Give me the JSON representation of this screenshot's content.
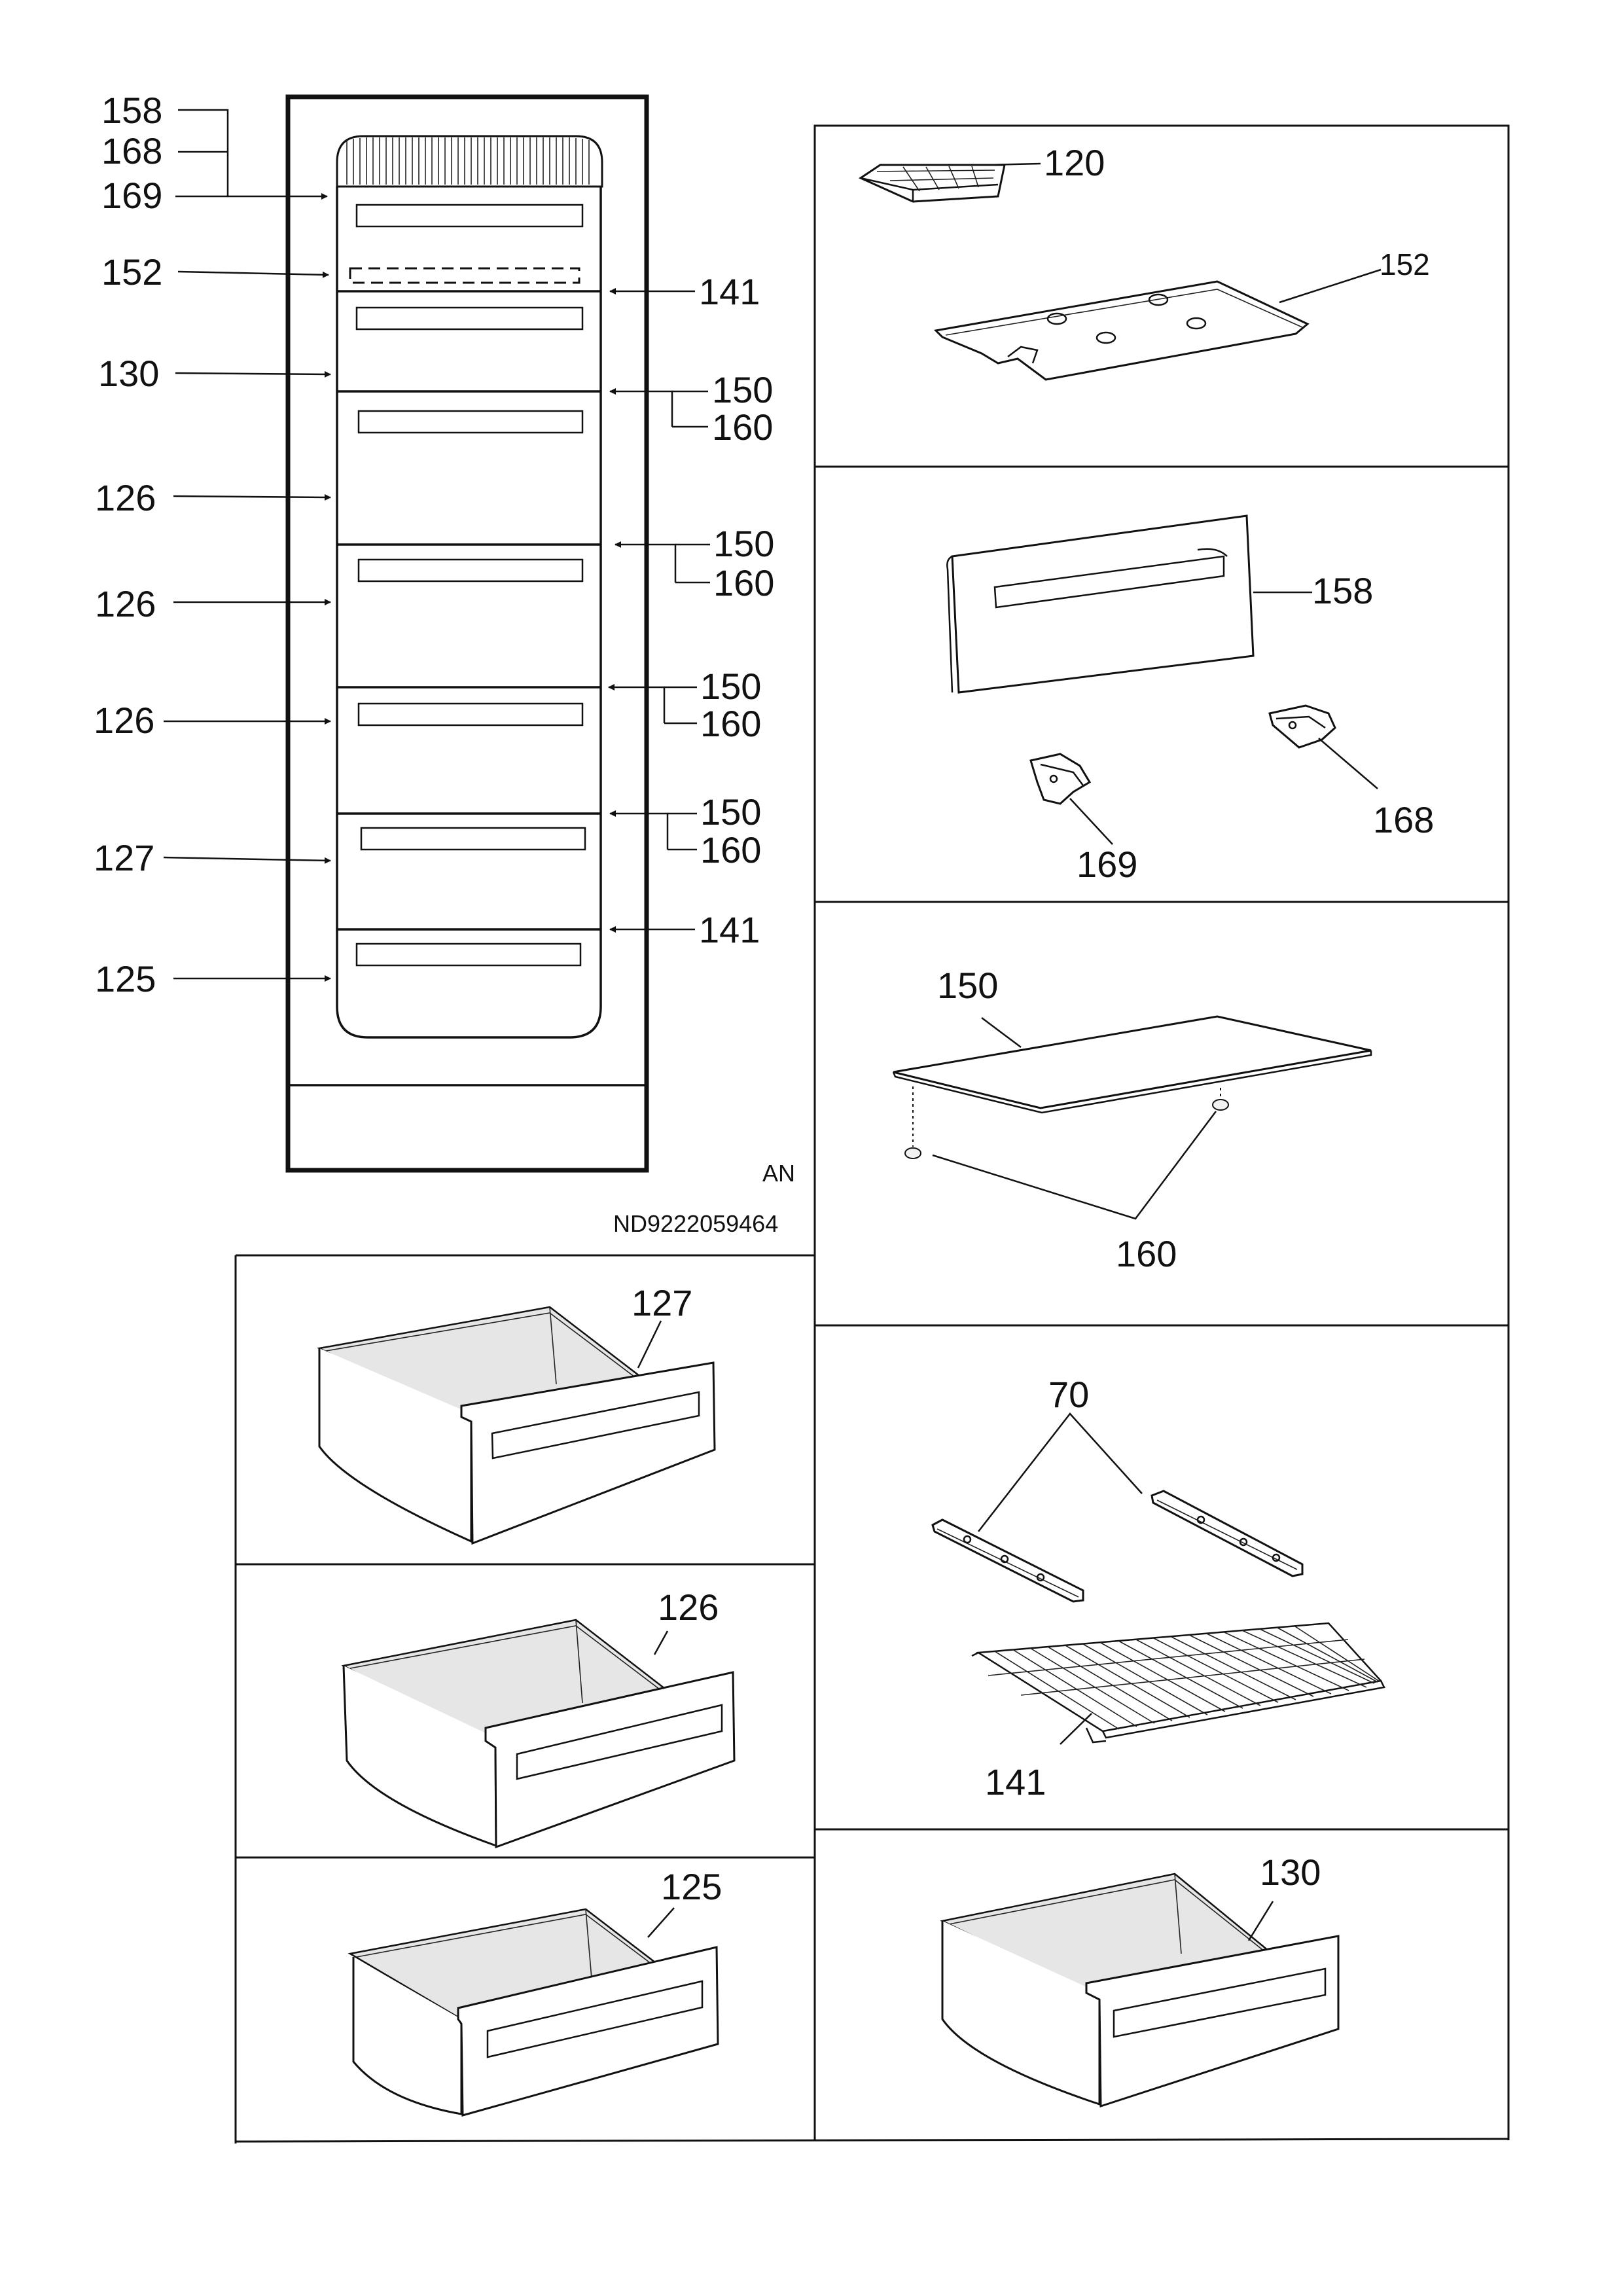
{
  "diagram": {
    "left_labels": {
      "l158": "158",
      "l168": "168",
      "l169": "169",
      "l152": "152",
      "l130": "130",
      "l126a": "126",
      "l126b": "126",
      "l126c": "126",
      "l127": "127",
      "l125": "125"
    },
    "right_labels": {
      "r141a": "141",
      "r150a": "150",
      "r160a": "160",
      "r150b": "150",
      "r160b": "160",
      "r150c": "150",
      "r160c": "160",
      "r150d": "150",
      "r160d": "160",
      "r141b": "141"
    },
    "variant": "AN",
    "drawing_number": "ND9222059464",
    "panels": {
      "ice_tray": "120",
      "tray_plate": "152",
      "flap": "158",
      "hinge_left": "169",
      "hinge_right": "168",
      "glass_shelf": "150",
      "shelf_supports": "160",
      "rails": "70",
      "wire_shelf": "141",
      "drawer_127": "127",
      "drawer_126": "126",
      "drawer_125": "125",
      "drawer_130": "130"
    }
  }
}
